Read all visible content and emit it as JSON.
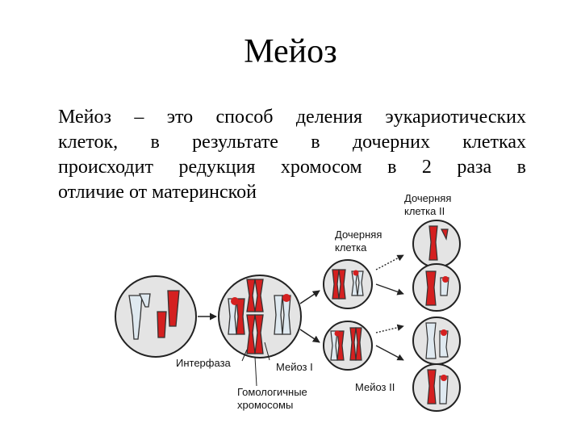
{
  "slide": {
    "title": "Мейоз",
    "body_lines": [
      "Мейоз – это способ деления эукариотических",
      "клеток, в результате в дочерних клетках",
      "происходит редукция хромосом в 2 раза в",
      "отличие от материнской"
    ]
  },
  "diagram": {
    "labels": {
      "interphase": "Интерфаза",
      "meiosis1": "Мейоз I",
      "meiosis2": "Мейоз II",
      "daughter_cell": [
        "Дочерняя",
        "клетка"
      ],
      "daughter_cell_2": [
        "Дочерняя",
        "клетка II"
      ],
      "homologous": [
        "Гомологичные",
        "хромосомы"
      ]
    },
    "colors": {
      "red_chromosome": "#d42020",
      "blue_chromosome": "#dfe9f0",
      "cell_fill": "#e4e4e4",
      "cell_stroke": "#222222"
    }
  }
}
